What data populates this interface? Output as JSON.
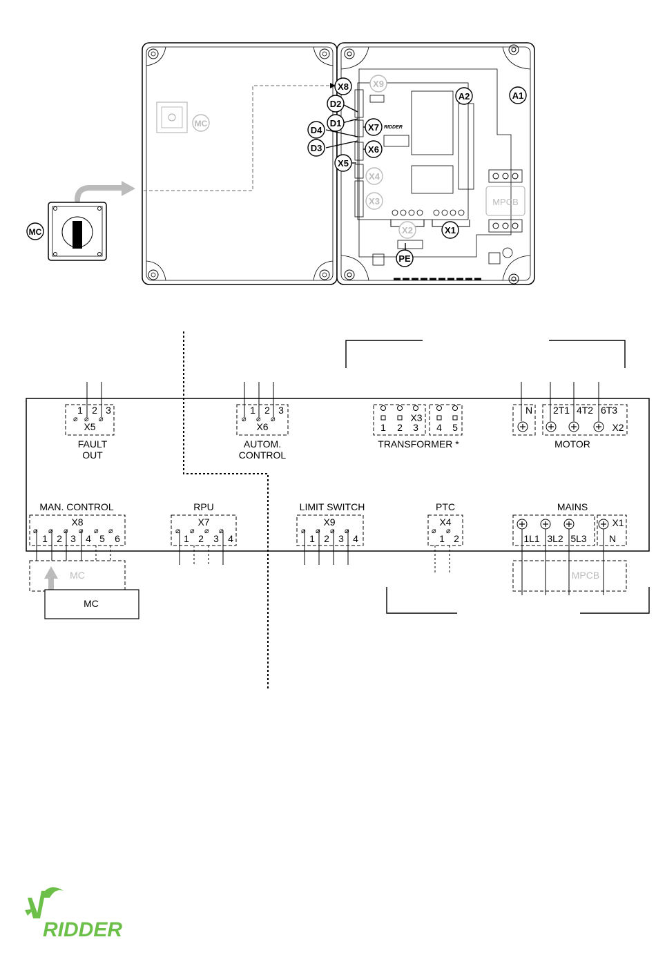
{
  "photo": {
    "callouts": [
      "X8",
      "X9",
      "D2",
      "A2",
      "A1",
      "D1",
      "X7",
      "D4",
      "D3",
      "X6",
      "X5",
      "X4",
      "X3",
      "X2",
      "X1",
      "PE",
      "MC"
    ],
    "mpcb": "MPCB",
    "brand_small": "RIDDER"
  },
  "schematic": {
    "x5": {
      "id": "X5",
      "pins": [
        "1",
        "2",
        "3"
      ],
      "caption1": "FAULT",
      "caption2": "OUT"
    },
    "x6": {
      "id": "X6",
      "pins": [
        "1",
        "2",
        "3"
      ],
      "caption1": "AUTOM.",
      "caption2": "CONTROL"
    },
    "x3": {
      "id": "X3",
      "pins": [
        "1",
        "2",
        "3"
      ],
      "pins2": [
        "4",
        "5"
      ],
      "caption": "TRANSFORMER *"
    },
    "x2": {
      "id": "X2",
      "pins": [
        "N",
        "2T1",
        "4T2",
        "6T3"
      ],
      "caption": "MOTOR"
    },
    "x8": {
      "id": "X8",
      "pins": [
        "1",
        "2",
        "3",
        "4",
        "5",
        "6"
      ],
      "caption": "MAN. CONTROL"
    },
    "x7": {
      "id": "X7",
      "pins": [
        "1",
        "2",
        "3",
        "4"
      ],
      "caption": "RPU"
    },
    "x9": {
      "id": "X9",
      "pins": [
        "1",
        "2",
        "3",
        "4"
      ],
      "caption": "LIMIT SWITCH"
    },
    "x4": {
      "id": "X4",
      "pins": [
        "1",
        "2"
      ],
      "caption": "PTC"
    },
    "x1": {
      "id": "X1",
      "pins": [
        "1L1",
        "3L2",
        "5L3",
        "N"
      ],
      "caption": "MAINS"
    },
    "mc_dashed": "MC",
    "mc_box": "MC",
    "mpcb_dashed": "MPCB"
  },
  "logo": {
    "text": "RIDDER",
    "color": "#6cc04a"
  }
}
